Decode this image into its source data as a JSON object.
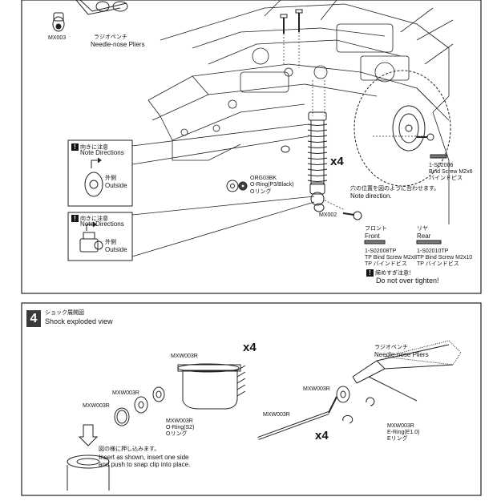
{
  "upper_section": {
    "part_top_left": "MX003",
    "pliers_jp": "ラジオペンチ",
    "pliers_en": "Needle-nose Pliers",
    "note1_jp": "向きに注意",
    "note1_en": "Note Directions",
    "outside1_jp": "外側",
    "outside1_en": "Outside",
    "note2_jp": "向きに注意",
    "note2_en": "Note Directions",
    "outside2_jp": "外側",
    "outside2_en": "Outside",
    "multiplier": "x4",
    "oring_code": "ORG03BK",
    "oring_en": "O-Ring(P3/Black)",
    "oring_jp": "Oリング",
    "align_jp": "穴の位置を図のように合わせます。",
    "align_en": "Note direction.",
    "mx002": "MX002",
    "bind_code": "1-S02006",
    "bind_en": "Bind Screw M2x6",
    "bind_jp": "バインドビス",
    "front_jp": "フロント",
    "front_en": "Front",
    "front_code": "1-S02008TP",
    "front_screw": "TP Bind Screw M2x8",
    "front_screw_jp": "TP バインドビス",
    "rear_jp": "リヤ",
    "rear_en": "Rear",
    "rear_code": "1-S02010TP",
    "rear_screw": "TP Bind Screw M2x10",
    "rear_screw_jp": "TP バインドビス",
    "tighten_jp": "締めすぎ注意！",
    "tighten_en": "Do not over tighten!"
  },
  "step4": {
    "number": "4",
    "title_jp": "ショック展開図",
    "title_en": "Shock exploded view",
    "mult_top": "x4",
    "mult_bottom": "x4",
    "pliers_jp": "ラジオペンチ",
    "pliers_en": "Needle-nose Pliers",
    "part_body": "MXW003R",
    "part_left1": "MXW003R",
    "part_left2": "MXW003R",
    "part_oring": "MXW003R",
    "oring_en": "O-Ring(S2)",
    "oring_jp": "Oリング",
    "part_shaft_top": "MXW003R",
    "part_shaft": "MXW003R",
    "eclip_code": "MXW003R",
    "eclip_en": "E-Ring(E1.0)",
    "eclip_jp": "Eリング",
    "insert_jp": "図の様に押し込みます。",
    "insert_en1": "Insert as shown, insert one side",
    "insert_en2": "and push to snap clip into place."
  }
}
